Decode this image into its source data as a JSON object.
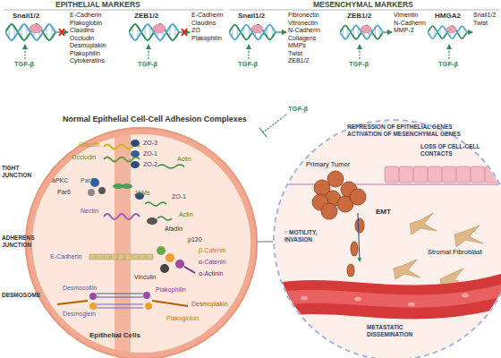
{
  "diagram": {
    "nodes": [
      {
        "text": [
          "Snail1/2",
          "E-Cadherin Plakoglobin Claudins Occludin Desmoplakin Plakophilin Cytokeratins"
        ]
      },
      {
        "text": [
          "ZEB1/2",
          "E-Cadherin Claudins ZO Plakophilin"
        ]
      },
      {
        "text": [
          "Snail1/2",
          "Fibronectin Vitronectin N-Cadherin Collagens MMPs Twist ZEB1/2"
        ]
      },
      {
        "text": [
          "ZEB1/2",
          "Vimentin N-Cadherin MMP-2"
        ]
      },
      {
        "text": [
          "HMGA2",
          "Snail1/2 Twist"
        ]
      },
      {
        "text": [
          "Normal Epithelial Cell-Cell Adhesion Complexes",
          "Claudin",
          "ZO-3",
          "Occludin",
          "ZO-1",
          "ZO-2",
          "Actin",
          "aPKC",
          "Par3",
          "Par6",
          "JAMs",
          "ZO-1",
          "Nectin",
          "Actin",
          "Afadin",
          "p120",
          "β-Catenin",
          "E-Cadherin",
          "α-Catenin",
          "Vinculin",
          "α-Actinin",
          "Desmocollin",
          "Plakophilin",
          "Desmoglein",
          "Desmoplakin",
          "Plakoglobin",
          "Epithelial Cells"
        ]
      },
      {
        "text": [
          "REPRESSION OF EPITHELIAL GENES ACTIVATION OF MESENCHYMAL GENES",
          "LOSS OF CELL-CELL CONTACTS",
          "Primary Tumor",
          "EMT",
          "↑ MOTILITY, INVASION",
          "Stromal Fibroblast",
          "METASTATIC DISSEMINATION"
        ]
      }
    ],
    "edges": [
      {
        "from": 5,
        "to": 6,
        "arrow": "none"
      }
    ],
    "labels": [
      "EPITHELIAL MARKERS",
      "MESENCHYMAL MARKERS",
      "TGF-β",
      "TGF-β",
      "TGF-β",
      "TGF-β",
      "TGF-β",
      "TGF-β",
      "TIGHT JUNCTION",
      "ADHERENS JUNCTION",
      "DESMOSOME"
    ]
  }
}
